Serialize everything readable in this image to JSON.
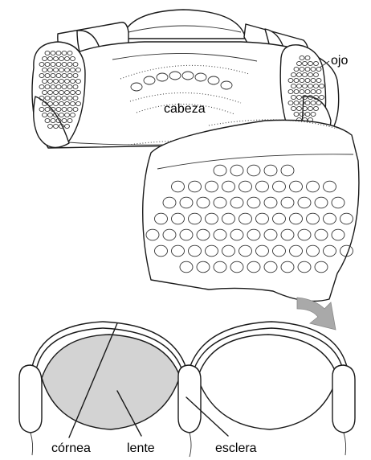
{
  "labels": {
    "eye": "ojo",
    "head": "cabeza",
    "cornea": "córnea",
    "lens": "lente",
    "sclera": "esclera"
  },
  "colors": {
    "lens_fill": "#d3d3d3",
    "arrow_fill": "#a9a9a9",
    "ink": "#1a1a1a"
  },
  "icons": {
    "arrow": "curved-arrow-down-right"
  }
}
